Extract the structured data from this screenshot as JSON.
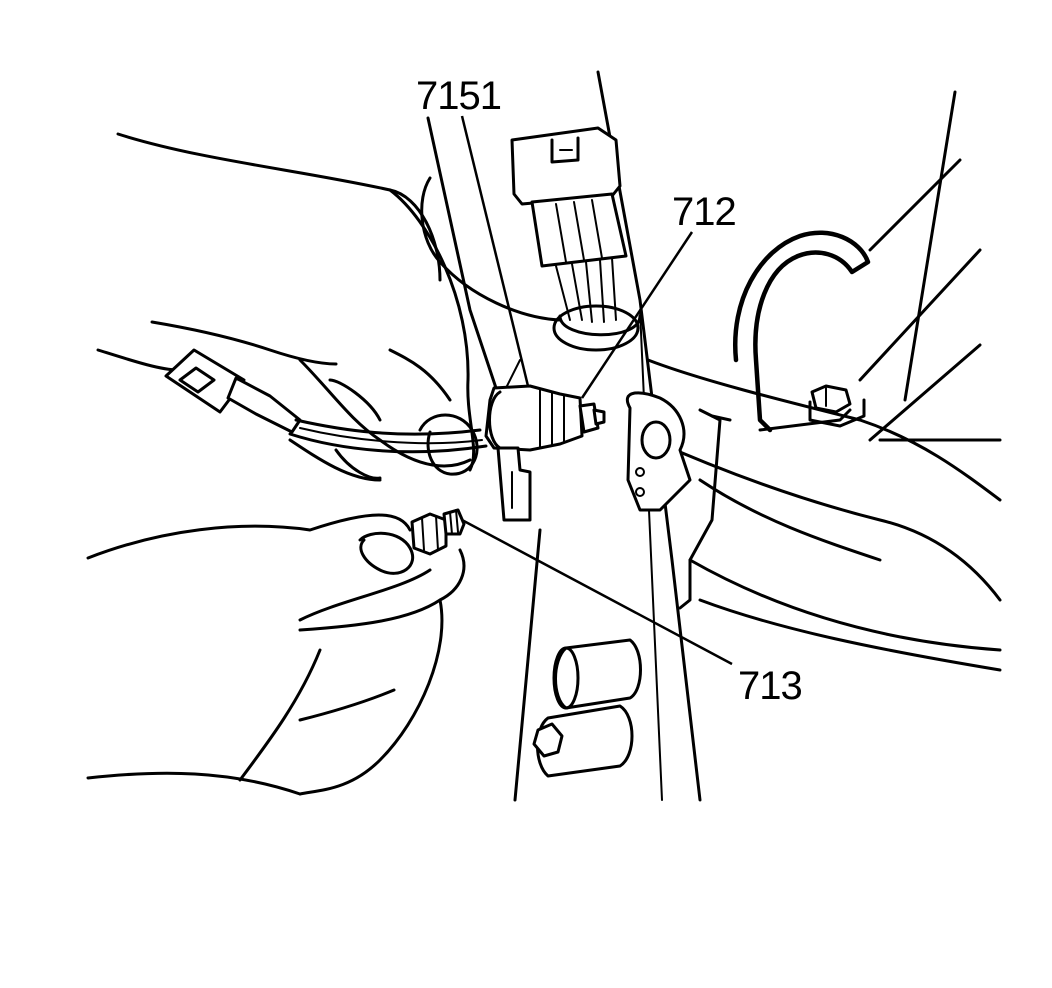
{
  "figure": {
    "callouts": [
      {
        "id": "7151",
        "label": "7151"
      },
      {
        "id": "712",
        "label": "712"
      },
      {
        "id": "713",
        "label": "713"
      }
    ]
  }
}
